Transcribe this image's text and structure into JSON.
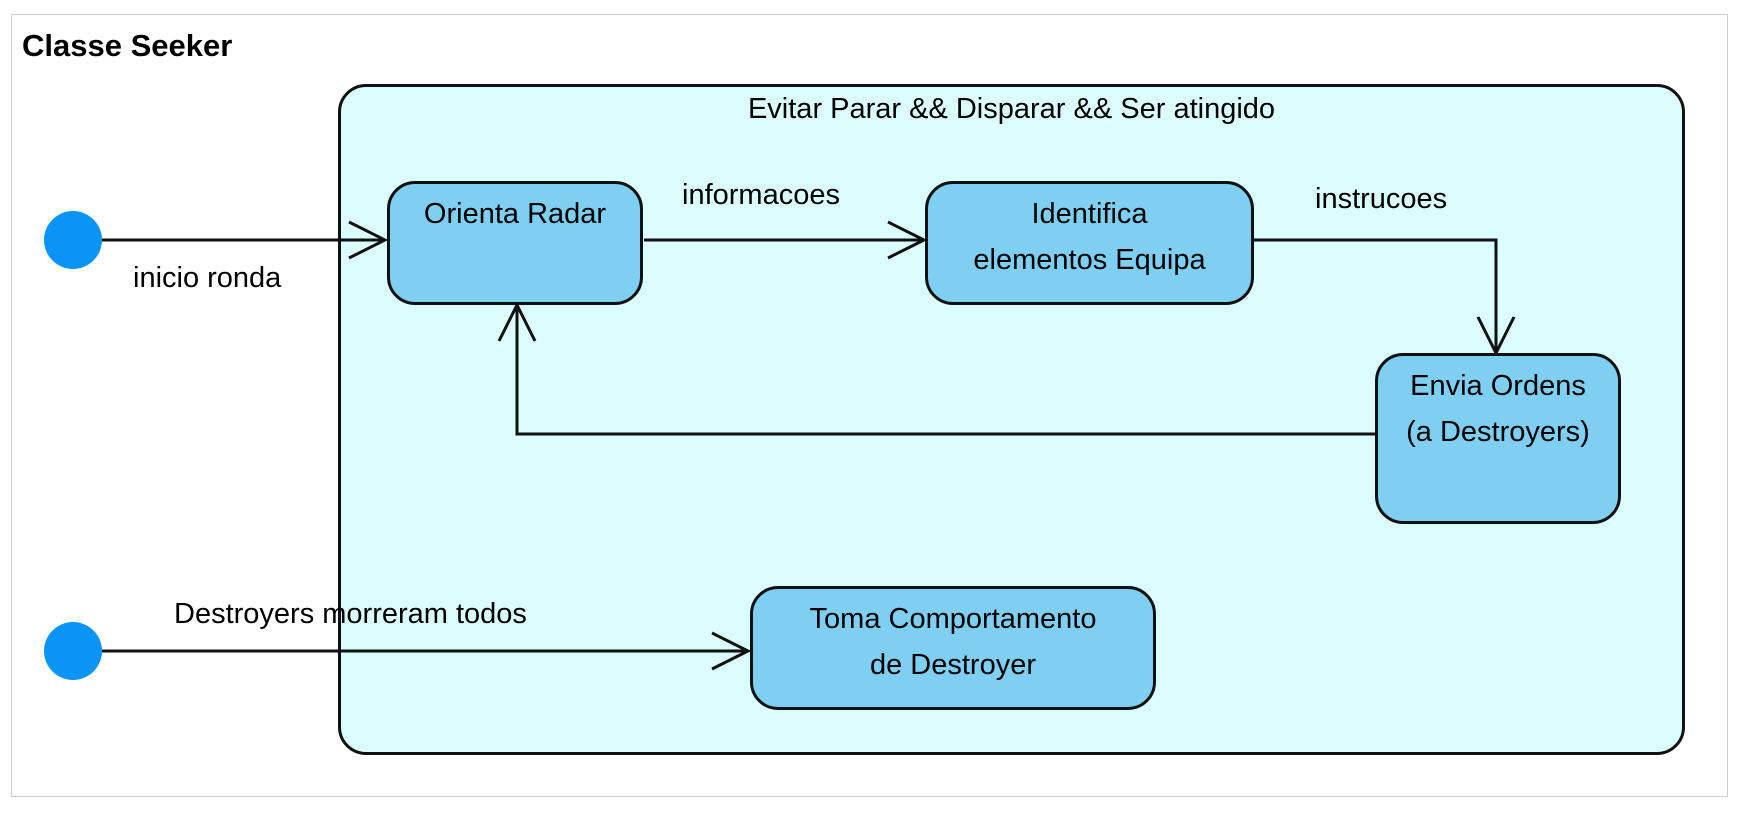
{
  "diagram": {
    "title": "Classe Seeker",
    "composite_state": {
      "label": "Evitar Parar && Disparar && Ser atingido"
    },
    "states": [
      {
        "id": "orienta-radar",
        "lines": [
          "Orienta Radar"
        ]
      },
      {
        "id": "identifica",
        "lines": [
          "Identifica",
          "elementos Equipa"
        ]
      },
      {
        "id": "envia-ordens",
        "lines": [
          "Envia Ordens",
          "(a Destroyers)"
        ]
      },
      {
        "id": "toma-comportamento",
        "lines": [
          "Toma Comportamento",
          "de Destroyer"
        ]
      }
    ],
    "transitions": [
      {
        "from": "initial-1",
        "to": "orienta-radar",
        "label": "inicio ronda"
      },
      {
        "from": "orienta-radar",
        "to": "identifica",
        "label": "informacoes"
      },
      {
        "from": "identifica",
        "to": "envia-ordens",
        "label": "instrucoes"
      },
      {
        "from": "envia-ordens",
        "to": "orienta-radar",
        "label": ""
      },
      {
        "from": "initial-2",
        "to": "toma-comportamento",
        "label": "Destroyers morreram todos"
      }
    ],
    "colors": {
      "composite_fill": "#dcfdfe",
      "state_fill": "#7ecff2",
      "initial_node": "#0a94f5",
      "line": "#111111",
      "frame_border": "#cfcfcf"
    }
  }
}
